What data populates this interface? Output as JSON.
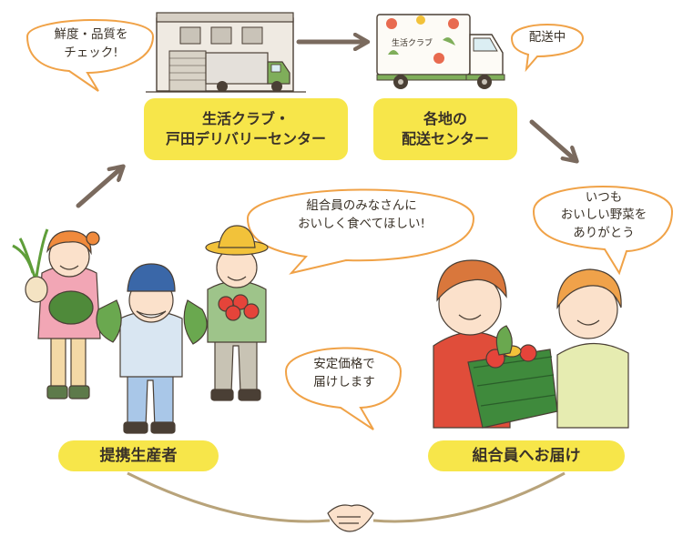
{
  "nodes": {
    "tokyo_center": {
      "line1": "生活クラブ・",
      "line2": "戸田デリバリーセンター"
    },
    "local_center": {
      "line1": "各地の",
      "line2": "配送センター"
    },
    "producers": {
      "label": "提携生産者"
    },
    "members": {
      "label": "組合員へお届け"
    }
  },
  "bubbles": {
    "freshness": {
      "line1": "鮮度・品質を",
      "line2": "チェック!"
    },
    "delivering": {
      "line1": "配送中"
    },
    "producers_wish": {
      "line1": "組合員のみなさんに",
      "line2": "おいしく食べてほしい!"
    },
    "members_thanks": {
      "line1": "いつも",
      "line2": "おいしい野菜を",
      "line3": "ありがとう"
    },
    "stable_price": {
      "line1": "安定価格で",
      "line2": "届けします"
    }
  },
  "truck_sign": "生活クラブ",
  "colors": {
    "node_fill": "#f7e64a",
    "bubble_stroke": "#f0a247",
    "arrow": "#7a6a5e",
    "text": "#3a3228"
  }
}
